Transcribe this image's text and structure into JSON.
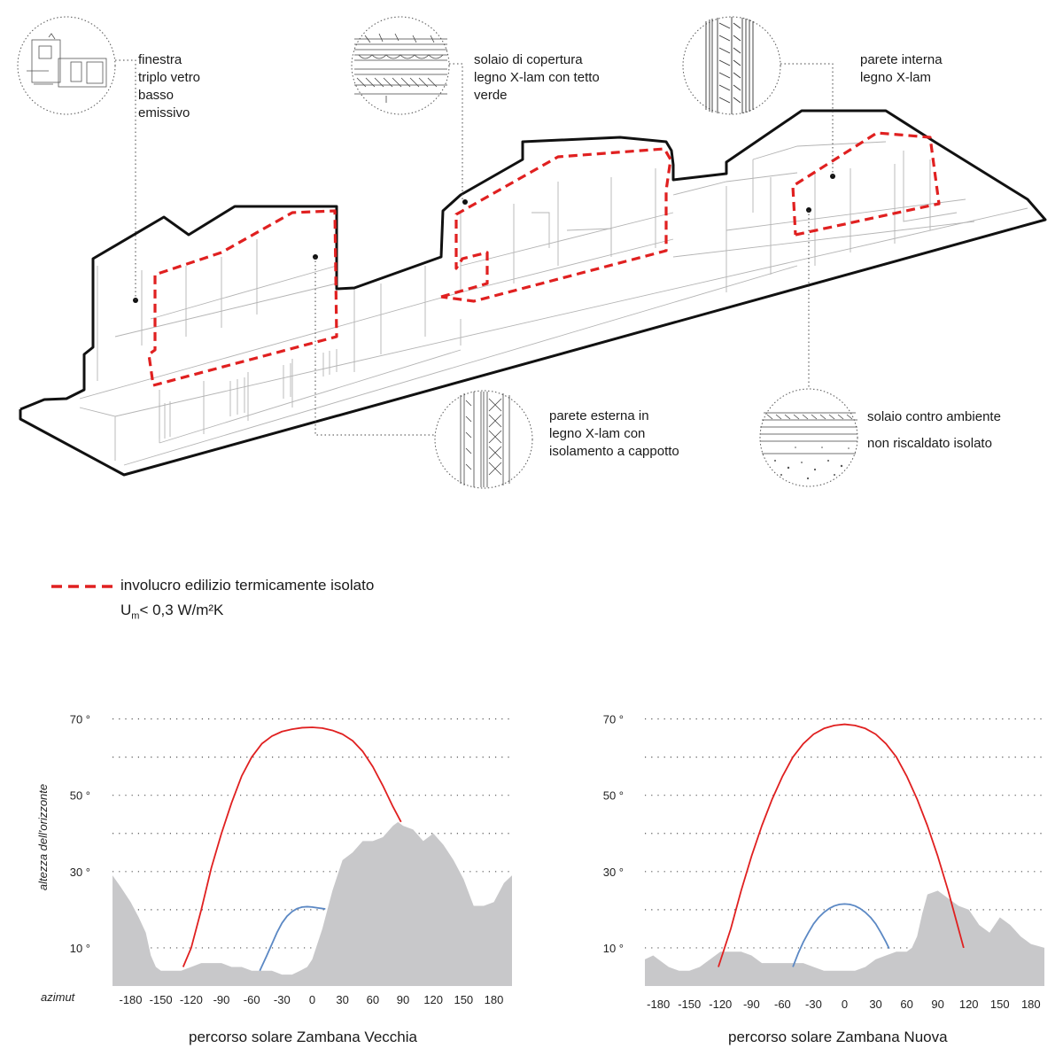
{
  "detail_labels": [
    {
      "id": "finestra",
      "text": "finestra\ntriplo vetro\nbasso\nemissivo"
    },
    {
      "id": "solaio_copertura",
      "text": "solaio di copertura\nlegno  X-lam con tetto\nverde"
    },
    {
      "id": "parete_interna",
      "text": "parete interna\nlegno X-lam"
    },
    {
      "id": "parete_esterna",
      "text": "parete esterna in\nlegno X-lam con\nisolamento a cappotto"
    },
    {
      "id": "solaio_ambiente_1",
      "text": "solaio contro ambiente"
    },
    {
      "id": "solaio_ambiente_2",
      "text": "non riscaldato isolato"
    }
  ],
  "legend": {
    "line_label": "involucro edilizio termicamente isolato",
    "u_prefix": "U",
    "u_sub": "m",
    "u_rest": "< 0,3 W/m²K",
    "color": "#e02020"
  },
  "colors": {
    "summer_path": "#e02020",
    "winter_path": "#5b88c4",
    "horizon": "#c8c8ca",
    "outline": "#111111"
  },
  "chart_data": [
    {
      "type": "area",
      "title": "percorso solare Zambana Vecchia",
      "ylabel": "altezza dell'orizzonte",
      "xlabel": "azimut",
      "xlim": [
        -198,
        198
      ],
      "ylim": [
        0,
        75
      ],
      "yticks": [
        10,
        30,
        50,
        70
      ],
      "ytick_labels": [
        "10 °",
        "30 °",
        "50 °",
        "70 °"
      ],
      "xticks": [
        -180,
        -150,
        -120,
        -90,
        -60,
        -30,
        0,
        30,
        60,
        90,
        120,
        150,
        180
      ],
      "grid": "dotted horizontal every 10°",
      "series": [
        {
          "kind": "horizon",
          "x": [
            -198,
            -190,
            -180,
            -172,
            -165,
            -160,
            -155,
            -150,
            -140,
            -130,
            -120,
            -110,
            -100,
            -90,
            -80,
            -70,
            -60,
            -50,
            -40,
            -30,
            -20,
            -12,
            -5,
            0,
            10,
            20,
            30,
            40,
            50,
            60,
            70,
            80,
            85,
            90,
            100,
            110,
            120,
            130,
            140,
            150,
            160,
            170,
            180,
            190,
            198
          ],
          "y": [
            29,
            26,
            22,
            18,
            14,
            8,
            5,
            4,
            4,
            4,
            5,
            6,
            6,
            6,
            5,
            5,
            4,
            4,
            4,
            3,
            3,
            4,
            5,
            7,
            15,
            25,
            33,
            35,
            38,
            38,
            39,
            42,
            43,
            42,
            41,
            38,
            40,
            37,
            33,
            28,
            21,
            21,
            22,
            27,
            29
          ]
        },
        {
          "kind": "path",
          "x": [
            -128,
            -120,
            -110,
            -100,
            -90,
            -80,
            -70,
            -60,
            -50,
            -40,
            -30,
            -20,
            -10,
            0,
            10,
            20,
            30,
            40,
            50,
            60,
            70,
            80,
            88
          ],
          "y": [
            5,
            10,
            20,
            31,
            40,
            48,
            55,
            60,
            63.5,
            65.5,
            66.7,
            67.3,
            67.7,
            67.8,
            67.6,
            67,
            66,
            64.3,
            61.5,
            57.5,
            52.5,
            47,
            43
          ]
        },
        {
          "kind": "path",
          "x": [
            -52,
            -45,
            -40,
            -35,
            -30,
            -25,
            -20,
            -15,
            -10,
            -5,
            0,
            5,
            10,
            13
          ],
          "y": [
            4,
            8,
            11,
            14,
            16.5,
            18.3,
            19.5,
            20.3,
            20.7,
            20.8,
            20.7,
            20.5,
            20.3,
            20.2
          ]
        }
      ]
    },
    {
      "type": "area",
      "title": "percorso solare Zambana Nuova",
      "ylabel": "",
      "xlabel": "",
      "xlim": [
        -193,
        193
      ],
      "ylim": [
        0,
        75
      ],
      "yticks": [
        10,
        30,
        50,
        70
      ],
      "ytick_labels": [
        "10 °",
        "30 °",
        "50 °",
        "70 °"
      ],
      "xticks": [
        -180,
        -150,
        -120,
        -90,
        -60,
        -30,
        0,
        30,
        60,
        90,
        120,
        150,
        180
      ],
      "grid": "dotted horizontal every 10°",
      "series": [
        {
          "kind": "horizon",
          "x": [
            -193,
            -185,
            -180,
            -170,
            -160,
            -150,
            -140,
            -130,
            -120,
            -110,
            -100,
            -90,
            -80,
            -70,
            -60,
            -50,
            -40,
            -30,
            -20,
            -10,
            0,
            10,
            20,
            30,
            40,
            50,
            60,
            65,
            70,
            75,
            80,
            90,
            100,
            110,
            120,
            130,
            140,
            150,
            160,
            170,
            180,
            193
          ],
          "y": [
            7,
            8,
            7,
            5,
            4,
            4,
            5,
            7,
            9,
            9,
            9,
            8,
            6,
            6,
            6,
            6,
            6,
            5,
            4,
            4,
            4,
            4,
            5,
            7,
            8,
            9,
            9,
            10,
            13,
            19,
            24,
            25,
            23,
            21,
            20,
            16,
            14,
            18,
            16,
            13,
            11,
            10
          ]
        },
        {
          "kind": "path",
          "x": [
            -122,
            -110,
            -100,
            -90,
            -80,
            -70,
            -60,
            -50,
            -40,
            -30,
            -20,
            -10,
            0,
            10,
            20,
            30,
            40,
            50,
            60,
            70,
            80,
            90,
            100,
            110,
            115
          ],
          "y": [
            5,
            15,
            25,
            34,
            42,
            49,
            55,
            60,
            63.5,
            66,
            67.5,
            68.3,
            68.6,
            68.3,
            67.5,
            66,
            63.5,
            60,
            55,
            49,
            42,
            34,
            25,
            15,
            10
          ]
        },
        {
          "kind": "path",
          "x": [
            -50,
            -45,
            -40,
            -35,
            -30,
            -25,
            -20,
            -15,
            -10,
            -5,
            0,
            5,
            10,
            15,
            20,
            25,
            30,
            35,
            40,
            43
          ],
          "y": [
            5,
            8.5,
            11.5,
            14,
            16.3,
            18,
            19.3,
            20.3,
            21,
            21.4,
            21.5,
            21.4,
            21,
            20.3,
            19.3,
            18,
            16.3,
            14,
            11.5,
            9.8
          ]
        }
      ]
    }
  ]
}
